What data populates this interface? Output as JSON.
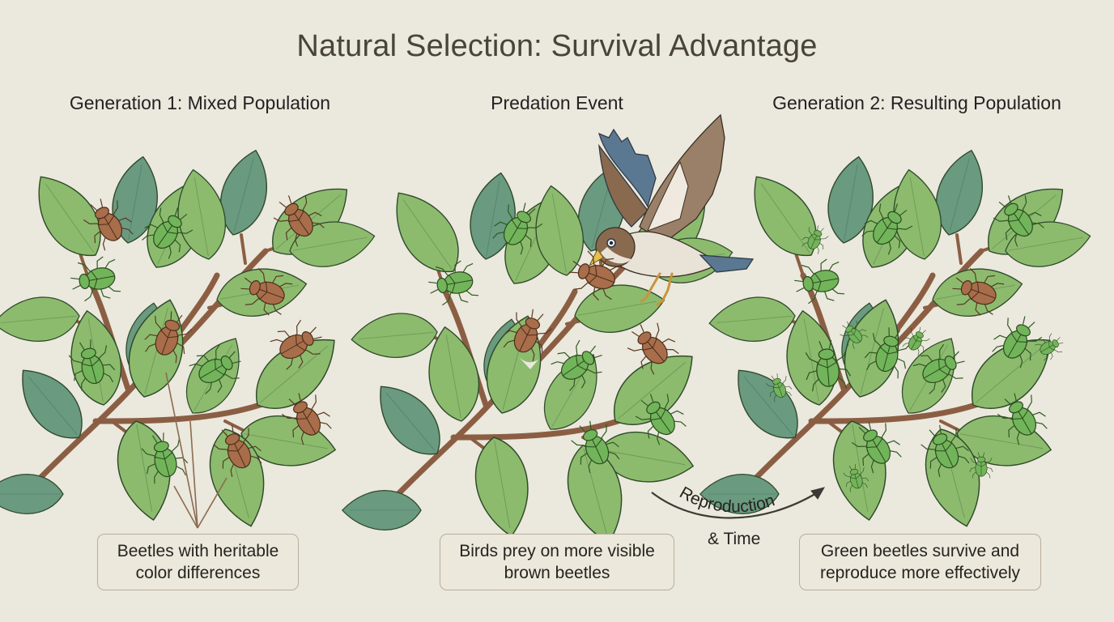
{
  "title": "Natural Selection: Survival Advantage",
  "colors": {
    "background": "#ebe8dd",
    "leaf_light": "#8cbb6e",
    "leaf_dark": "#6a9a80",
    "leaf_outline": "#2f4a2a",
    "branch": "#8b5e43",
    "beetle_brown": "#a86d4a",
    "beetle_green": "#72b45a",
    "caption_border": "#b9ae9c",
    "title_text": "#4a4438"
  },
  "panels": [
    {
      "id": "generation-1",
      "title": "Generation 1: Mixed Population",
      "caption_lines": [
        "Beetles with heritable",
        "color differences"
      ],
      "beetle_counts": {
        "brown": 7,
        "green": 5
      }
    },
    {
      "id": "predation",
      "title": "Predation Event",
      "caption_lines": [
        "Birds prey on more visible",
        "brown beetles"
      ],
      "beetle_counts": {
        "brown": 3,
        "green": 5
      },
      "predator": "bird-icon"
    },
    {
      "id": "generation-2",
      "title": "Generation 2: Resulting Population",
      "caption_lines": [
        "Green beetles survive and",
        "reproduce more effectively"
      ],
      "beetle_counts": {
        "brown": 1,
        "green": 18
      }
    }
  ],
  "transition": {
    "line1": "Reproduction",
    "line2": "& Time",
    "icon": "curved-arrow-icon"
  }
}
